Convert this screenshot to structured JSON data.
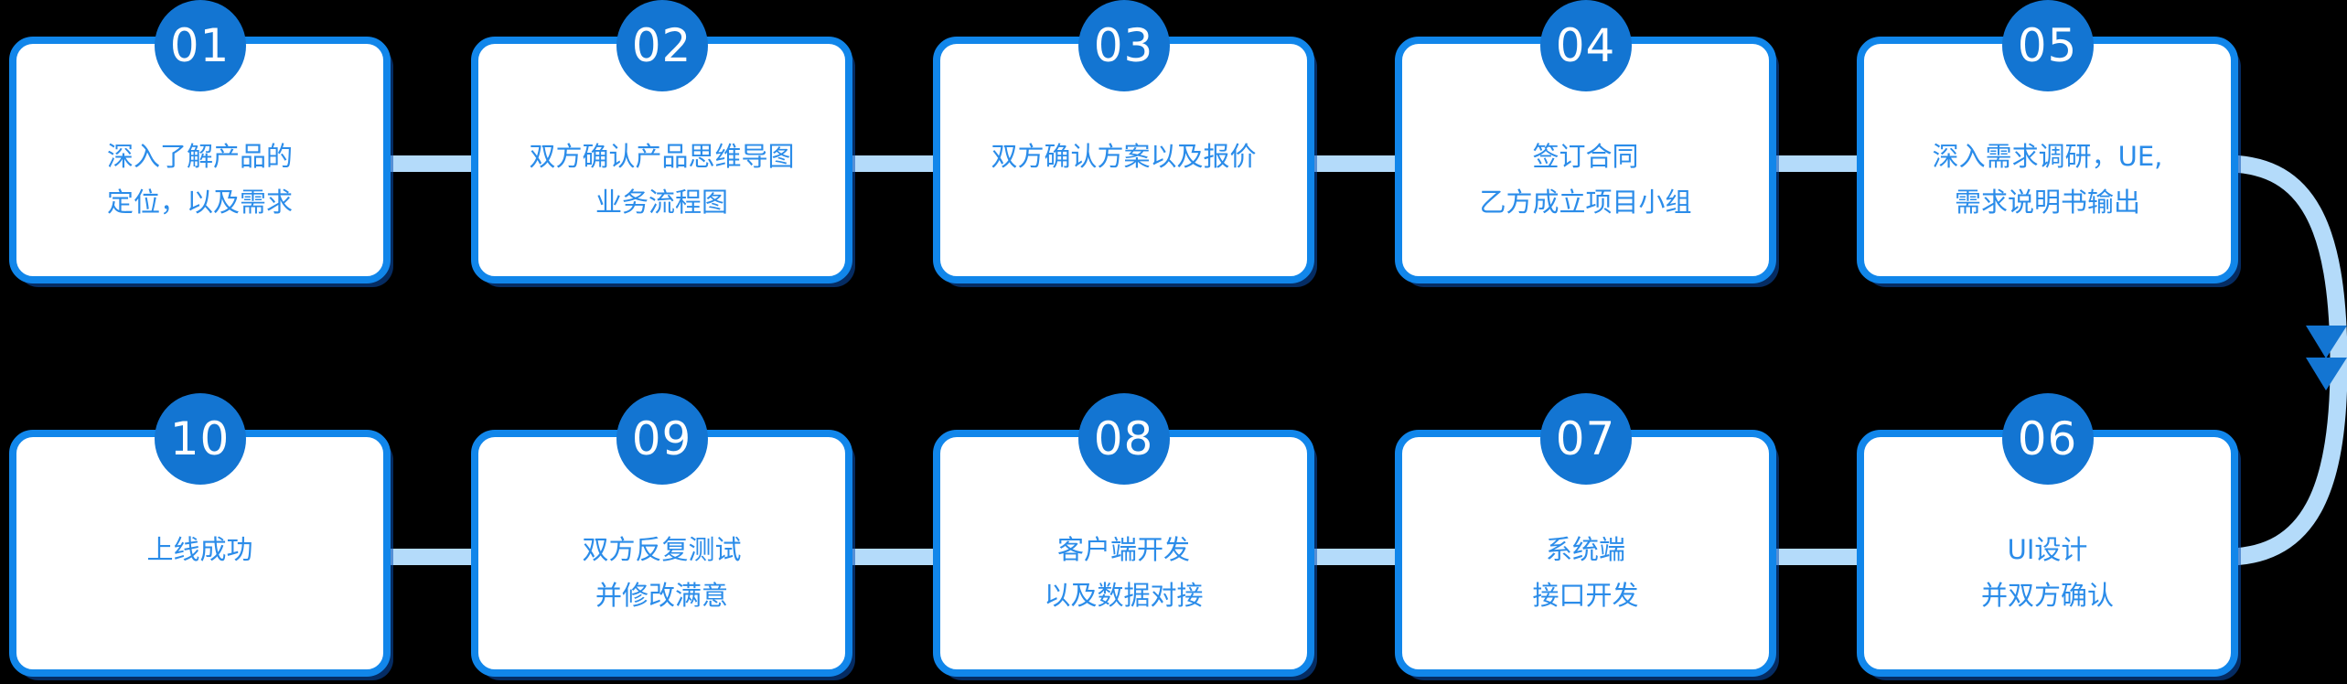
{
  "diagram": {
    "type": "process-flow",
    "step_count": 10,
    "flow_note": "snake layout: steps 01-05 left-to-right on top row, steps 06-10 right-to-left on bottom row, curved arrow connects 05 to 06"
  },
  "colors": {
    "background": "#000000",
    "card_background": "#ffffff",
    "primary_blue": "#1375d2",
    "border_blue": "#1186ea",
    "text_blue": "#2b8ce9",
    "connector_light_blue": "#b4dbfa"
  },
  "steps": [
    {
      "number": "01",
      "line1": "深入了解产品的",
      "line2": "定位，以及需求",
      "row": 0,
      "col": 0
    },
    {
      "number": "02",
      "line1": "双方确认产品思维导图",
      "line2": "业务流程图",
      "row": 0,
      "col": 1
    },
    {
      "number": "03",
      "line1": "双方确认方案以及报价",
      "line2": "",
      "row": 0,
      "col": 2
    },
    {
      "number": "04",
      "line1": "签订合同",
      "line2": "乙方成立项目小组",
      "row": 0,
      "col": 3
    },
    {
      "number": "05",
      "line1": "深入需求调研，UE,",
      "line2": "需求说明书输出",
      "row": 0,
      "col": 4
    },
    {
      "number": "06",
      "line1": "UI设计",
      "line2": "并双方确认",
      "row": 1,
      "col": 4
    },
    {
      "number": "07",
      "line1": "系统端",
      "line2": "接口开发",
      "row": 1,
      "col": 3
    },
    {
      "number": "08",
      "line1": "客户端开发",
      "line2": "以及数据对接",
      "row": 1,
      "col": 2
    },
    {
      "number": "09",
      "line1": "双方反复测试",
      "line2": "并修改满意",
      "row": 1,
      "col": 1
    },
    {
      "number": "10",
      "line1": "上线成功",
      "line2": "",
      "row": 1,
      "col": 0
    }
  ]
}
